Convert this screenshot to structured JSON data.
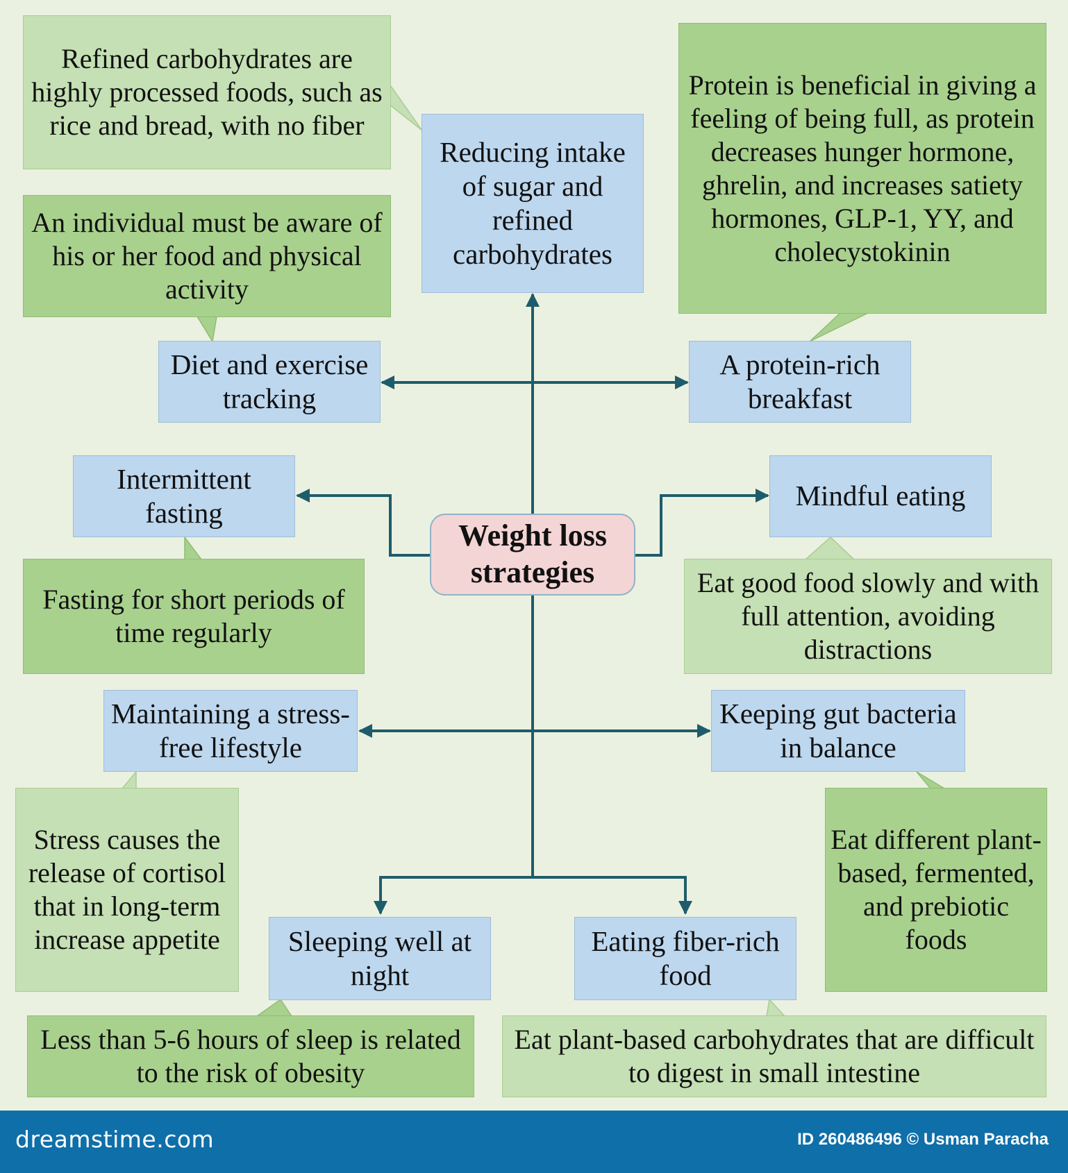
{
  "center": "Weight loss strategies",
  "strategies": {
    "reduce_sugar": "Reducing intake of sugar and refined carbohydrates",
    "diet_tracking": "Diet and exercise tracking",
    "protein_breakfast": "A protein-rich breakfast",
    "intermittent_fasting": "Intermittent fasting",
    "mindful_eating": "Mindful eating",
    "stress_free": "Maintaining a stress-free lifestyle",
    "gut_bacteria": "Keeping gut bacteria in balance",
    "sleep": "Sleeping well at night",
    "fiber": "Eating fiber-rich food"
  },
  "notes": {
    "reduce_sugar": "Refined carbohydrates are highly processed foods, such as rice and bread, with no fiber",
    "diet_tracking": "An individual must be aware of his or her food and physical activity",
    "protein_breakfast": "Protein is beneficial in giving a feeling of being full, as protein decreases hunger hormone, ghrelin, and increases satiety hormones, GLP-1, YY, and cholecystokinin",
    "intermittent_fasting": "Fasting for short periods of time regularly",
    "mindful_eating": "Eat good food slowly and with full attention, avoiding distractions",
    "stress_free": "Stress causes the release of cortisol that in long-term increase appetite",
    "gut_bacteria": "Eat different plant-based, fermented, and prebiotic foods",
    "sleep": "Less than 5-6 hours of sleep is related to the risk of obesity",
    "fiber": "Eat plant-based carbohydrates that are difficult to digest in small intestine"
  },
  "footer": {
    "brand": "dreamstime.com",
    "credit": "ID 260486496 © Usman Paracha"
  },
  "colors": {
    "strategy_box": "#bdd7ee",
    "note_light": "#c5e0b4",
    "note_dark": "#a9d18e",
    "center_box": "#f4d5d5",
    "connector": "#1f5c6b",
    "footer_bar": "#0f6fa9"
  }
}
